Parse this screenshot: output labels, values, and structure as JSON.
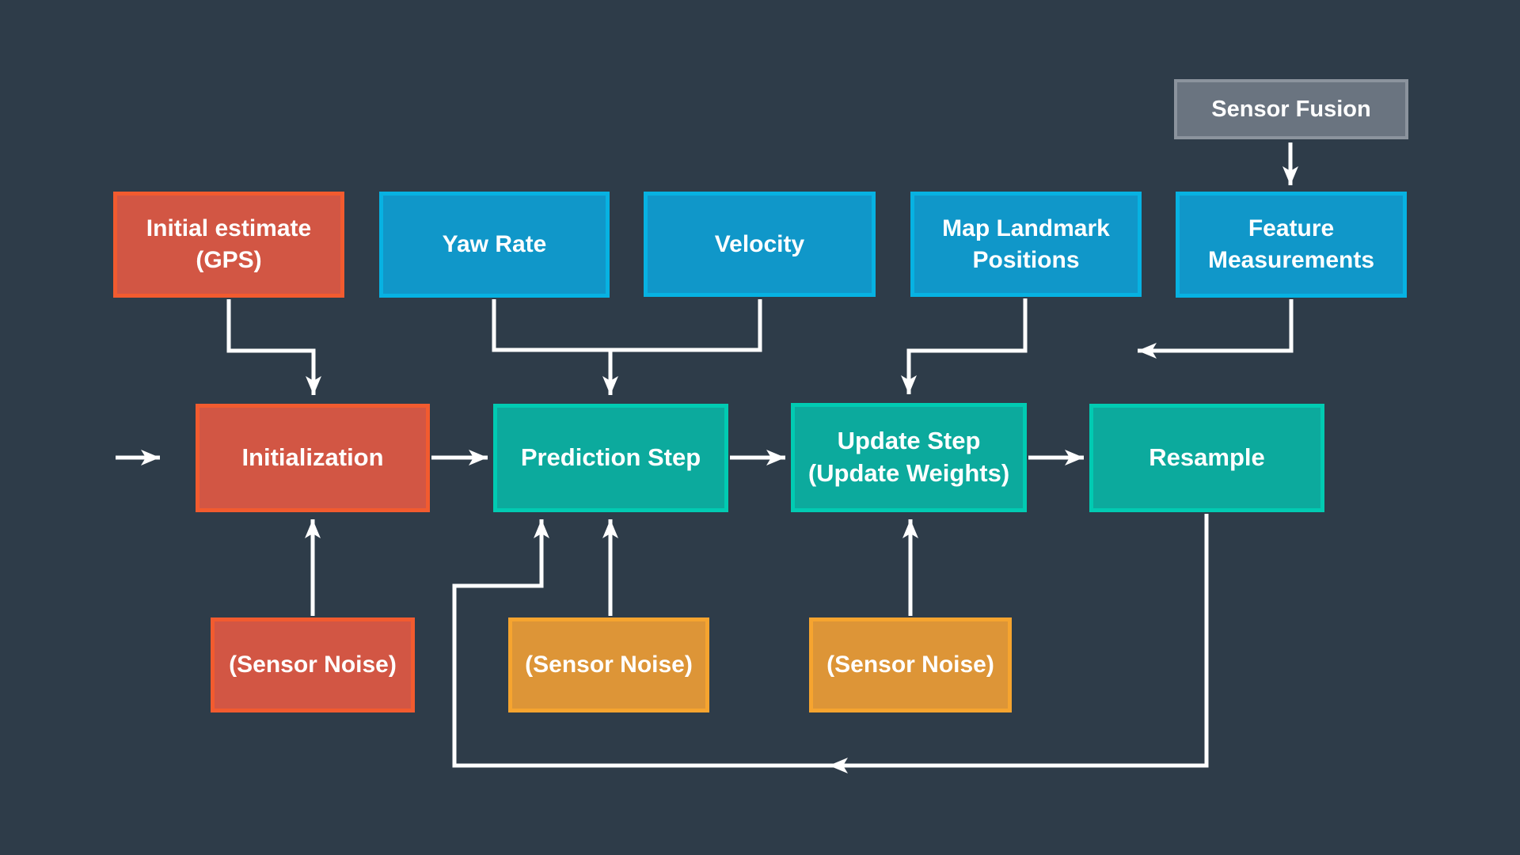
{
  "palette": {
    "background": "#2e3c49",
    "line": "#ffffff",
    "text": "#ffffff",
    "red": {
      "fill": "#d25644",
      "border": "#f25b2f"
    },
    "blue": {
      "fill": "#1097c9",
      "border": "#07b2e2"
    },
    "teal": {
      "fill": "#0caa9d",
      "border": "#01cbb2"
    },
    "orange": {
      "fill": "#dd9537",
      "border": "#f6a42f"
    },
    "gray": {
      "fill": "#6a7480",
      "border": "#8b939d"
    }
  },
  "nodes": {
    "sensor_fusion": {
      "label": "Sensor Fusion",
      "color": "gray"
    },
    "initial_estimate": {
      "label": "Initial estimate\n(GPS)",
      "color": "red"
    },
    "yaw_rate": {
      "label": "Yaw Rate",
      "color": "blue"
    },
    "velocity": {
      "label": "Velocity",
      "color": "blue"
    },
    "map_landmark_positions": {
      "label": "Map Landmark\nPositions",
      "color": "blue"
    },
    "feature_measurements": {
      "label": "Feature\nMeasurements",
      "color": "blue"
    },
    "initialization": {
      "label": "Initialization",
      "color": "red"
    },
    "prediction_step": {
      "label": "Prediction Step",
      "color": "teal"
    },
    "update_step": {
      "label": "Update Step\n(Update Weights)",
      "color": "teal"
    },
    "resample": {
      "label": "Resample",
      "color": "teal"
    },
    "sensor_noise_initialization": {
      "label": "(Sensor Noise)",
      "color": "red"
    },
    "sensor_noise_prediction": {
      "label": "(Sensor Noise)",
      "color": "orange"
    },
    "sensor_noise_update": {
      "label": "(Sensor Noise)",
      "color": "orange"
    }
  }
}
